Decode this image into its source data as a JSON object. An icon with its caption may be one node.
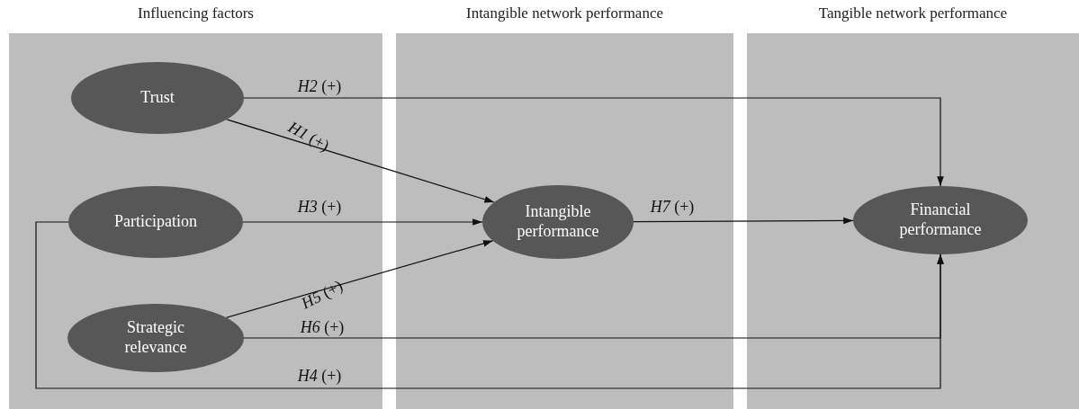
{
  "diagram": {
    "nodes": [
      {
        "text": [
          "Influencing factors"
        ]
      },
      {
        "text": [
          "Intangible network performance"
        ]
      },
      {
        "text": [
          "Tangible network performance"
        ]
      },
      {
        "text": [
          "Trust"
        ],
        "in": 0
      },
      {
        "text": [
          "Participation"
        ],
        "in": 0
      },
      {
        "text": [
          "Strategic relevance"
        ],
        "in": 0
      },
      {
        "text": [
          "Intangible performance"
        ],
        "in": 1
      },
      {
        "text": [
          "Financial performance"
        ],
        "in": 2
      }
    ],
    "edges": [
      {
        "from": 3,
        "to": 6,
        "arrow": "to",
        "label": "*H1* (+)"
      },
      {
        "from": 3,
        "to": 7,
        "arrow": "to",
        "label": "*H2* (+)"
      },
      {
        "from": 4,
        "to": 6,
        "arrow": "to",
        "label": "*H3* (+)"
      },
      {
        "from": 4,
        "to": 7,
        "arrow": "to",
        "label": "*H4* (+)"
      },
      {
        "from": 5,
        "to": 6,
        "arrow": "to",
        "label": "*H5* (+)"
      },
      {
        "from": 5,
        "to": 7,
        "arrow": "to",
        "label": "*H6* (+)"
      },
      {
        "from": 6,
        "to": 7,
        "arrow": "to",
        "label": "*H7* (+)"
      }
    ]
  }
}
